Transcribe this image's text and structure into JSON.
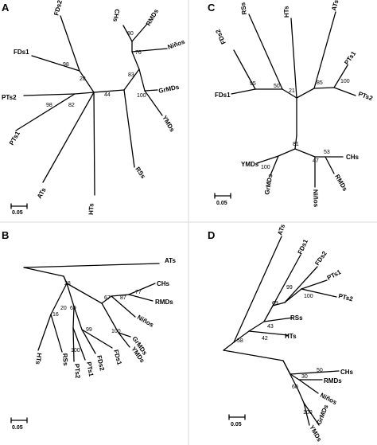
{
  "panels": [
    {
      "label": "A",
      "scale_label": "0.05",
      "leaves": [
        "FDs2",
        "CHs",
        "RMDs",
        "Niños",
        "FDs1",
        "GrMDs",
        "PTs2",
        "YMDs",
        "PTs1",
        "ATs",
        "HTs",
        "RSs"
      ],
      "bootstrap": [
        "80",
        "76",
        "98",
        "83",
        "28",
        "100",
        "44",
        "98",
        "82"
      ]
    },
    {
      "label": "B",
      "scale_label": "0.05",
      "leaves": [
        "ATs",
        "CHs",
        "RMDs",
        "Niños",
        "GrMDs",
        "YMDs",
        "FDs1",
        "FDs2",
        "PTs1",
        "PTs2",
        "RSs",
        "HTs"
      ],
      "bootstrap": [
        "28",
        "77",
        "67",
        "87",
        "20",
        "69",
        "16",
        "99",
        "100",
        "100"
      ]
    },
    {
      "label": "C",
      "scale_label": "0.05",
      "leaves": [
        "RSs",
        "HTs",
        "ATs",
        "FDs2",
        "PTs1",
        "FDs1",
        "PTs2",
        "CHs",
        "YMDs",
        "GrMDs",
        "RMDs",
        "Niños"
      ],
      "bootstrap": [
        "95",
        "50",
        "21",
        "85",
        "100",
        "81",
        "53",
        "47",
        "100"
      ]
    },
    {
      "label": "D",
      "scale_label": "0.05",
      "leaves": [
        "ATs",
        "FDs1",
        "FDs2",
        "PTs1",
        "PTs2",
        "RSs",
        "HTs",
        "CHs",
        "RMDs",
        "Niños",
        "GrMDs",
        "YMDs"
      ],
      "bootstrap": [
        "99",
        "69",
        "100",
        "43",
        "42",
        "58",
        "50",
        "30",
        "60",
        "100"
      ]
    }
  ]
}
